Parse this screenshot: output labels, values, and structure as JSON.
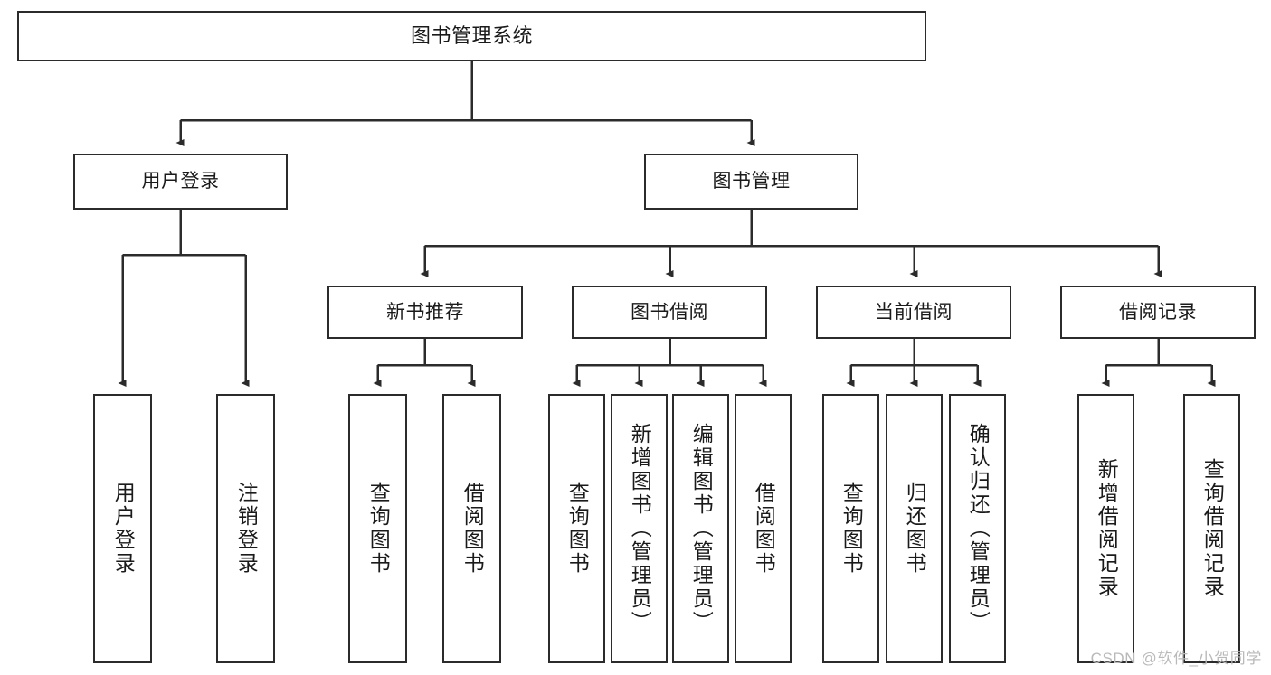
{
  "diagram": {
    "title": "图书管理系统",
    "stroke_color": "#2b2b2b",
    "background_color": "#ffffff",
    "text_color": "#1a1a1a",
    "watermark": "CSDN @软件_小贺同学",
    "levels": {
      "root": {
        "label": "图书管理系统"
      },
      "level2": [
        {
          "label": "用户登录"
        },
        {
          "label": "图书管理"
        }
      ],
      "level3": [
        {
          "label": "新书推荐"
        },
        {
          "label": "图书借阅"
        },
        {
          "label": "当前借阅"
        },
        {
          "label": "借阅记录"
        }
      ],
      "leaves": {
        "user_login": [
          {
            "label": "用户登录"
          },
          {
            "label": "注销登录"
          }
        ],
        "new_book_recommend": [
          {
            "label": "查询图书"
          },
          {
            "label": "借阅图书"
          }
        ],
        "book_borrow": [
          {
            "label": "查询图书"
          },
          {
            "label": "新增图书（管理员）"
          },
          {
            "label": "编辑图书（管理员）"
          },
          {
            "label": "借阅图书"
          }
        ],
        "current_borrow": [
          {
            "label": "查询图书"
          },
          {
            "label": "归还图书"
          },
          {
            "label": "确认归还（管理员）"
          }
        ],
        "borrow_record": [
          {
            "label": "新增借阅记录"
          },
          {
            "label": "查询借阅记录"
          }
        ]
      }
    }
  }
}
